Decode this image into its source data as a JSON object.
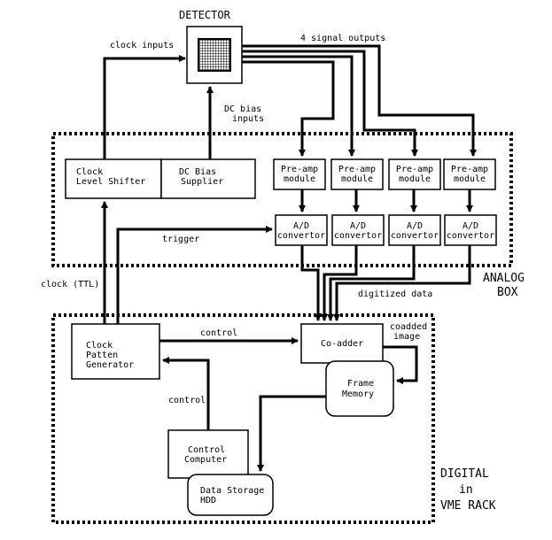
{
  "detector": {
    "title": "DETECTOR"
  },
  "edges": {
    "clock_inputs": "clock inputs",
    "signal_outputs": "4 signal outputs",
    "dc_bias_inputs_1": "DC bias",
    "dc_bias_inputs_2": "inputs",
    "trigger": "trigger",
    "clock_ttl": "clock (TTL)",
    "digitized_data": "digitized data",
    "control_top": "control",
    "control_left": "control",
    "coadded_1": "coadded",
    "coadded_2": "image"
  },
  "groups": {
    "analog_1": "ANALOG",
    "analog_2": "BOX",
    "digital_1": "DIGITAL",
    "digital_2": "in",
    "digital_3": "VME RACK"
  },
  "blocks": {
    "clock_shifter_1": "Clock",
    "clock_shifter_2": "Level Shifter",
    "dc_bias_1": "DC Bias",
    "dc_bias_2": "Supplier",
    "preamp_1": "Pre-amp",
    "preamp_2": "module",
    "adc_1": "A/D",
    "adc_2": "convertor",
    "clock_gen_1": "Clock",
    "clock_gen_2": "Patten",
    "clock_gen_3": "Generator",
    "coadder": "Co-adder",
    "frame_memory_1": "Frame",
    "frame_memory_2": "Memory",
    "control_computer_1": "Control",
    "control_computer_2": "Computer",
    "data_storage_1": "Data Storage",
    "data_storage_2": "HDD"
  }
}
